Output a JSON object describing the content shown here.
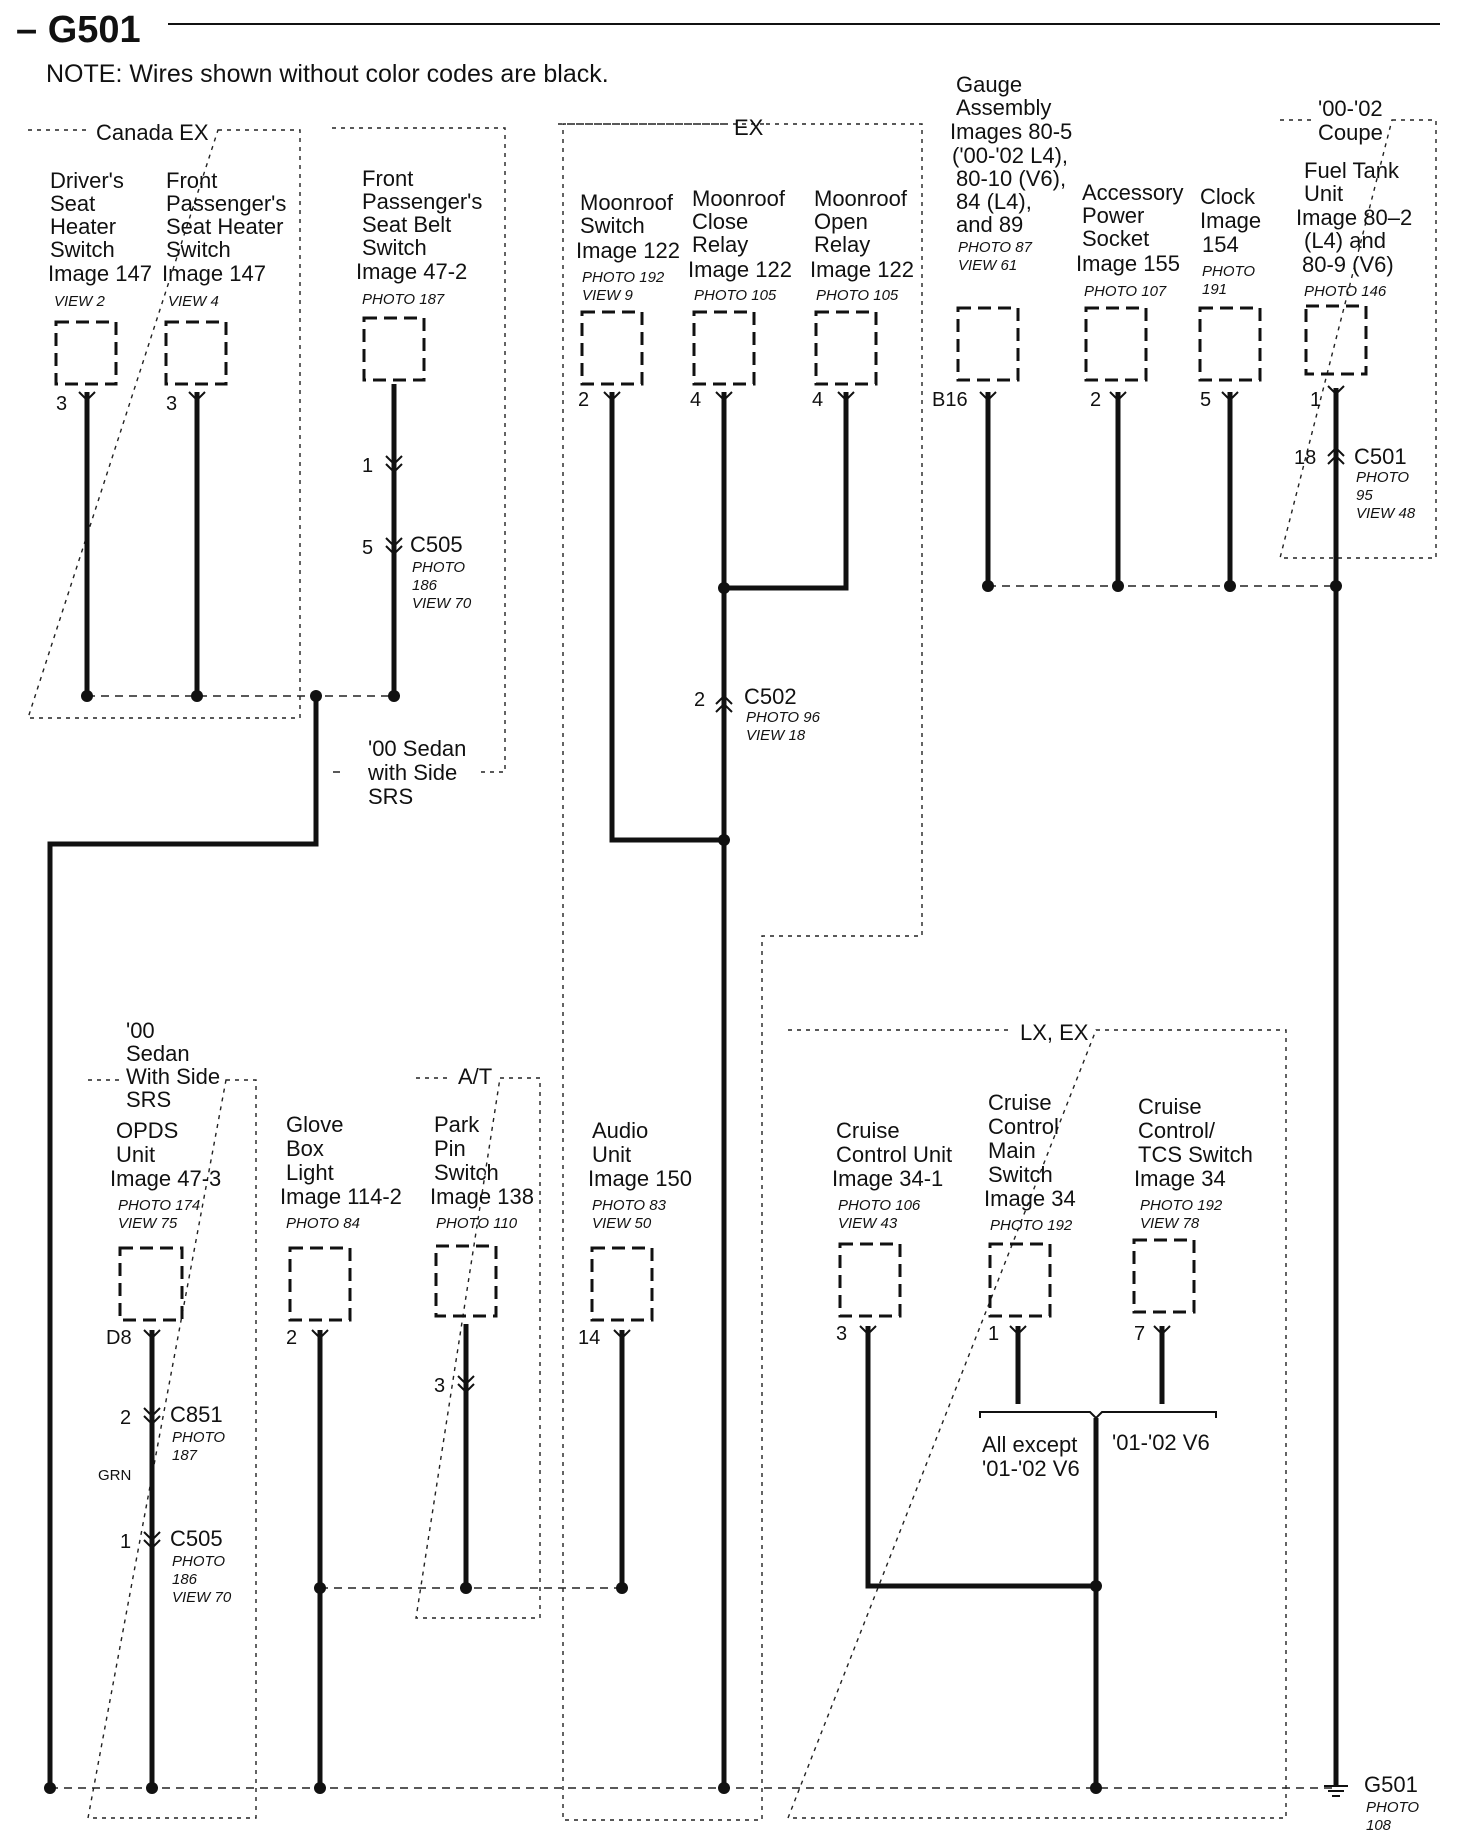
{
  "header": {
    "title": "– G501",
    "note": "NOTE: Wires shown without color codes are black."
  },
  "groups": {
    "canada_ex": "Canada EX",
    "sedan00_side_srs": [
      "'00 Sedan",
      "with Side",
      "SRS"
    ],
    "ex": "EX",
    "coupe": [
      "'00-'02",
      "Coupe"
    ],
    "at": "A/T",
    "opds_group": [
      "'00",
      "Sedan",
      "With Side",
      "SRS"
    ],
    "lx_ex": "LX, EX"
  },
  "components": [
    {
      "id": "drivers-seat-heater",
      "lines": [
        "Driver's",
        "Seat",
        "Heater",
        "Switch",
        "Image 147"
      ],
      "photo": [
        "VIEW 2"
      ],
      "pin": "3"
    },
    {
      "id": "front-pass-seat-heater",
      "lines": [
        "Front",
        "Passenger's",
        "Seat Heater",
        "Switch",
        "Image 147"
      ],
      "photo": [
        "VIEW 4"
      ],
      "pin": "3"
    },
    {
      "id": "front-pass-seat-belt",
      "lines": [
        "Front",
        "Passenger's",
        "Seat Belt",
        "Switch",
        "Image 47-2"
      ],
      "photo": [
        "PHOTO 187"
      ],
      "pin": ""
    },
    {
      "id": "moonroof-switch",
      "lines": [
        "Moonroof",
        "Switch",
        "Image 122"
      ],
      "photo": [
        "PHOTO 192",
        "VIEW 9"
      ],
      "pin": "2"
    },
    {
      "id": "moonroof-close-relay",
      "lines": [
        "Moonroof",
        "Close",
        "Relay",
        "Image 122"
      ],
      "photo": [
        "PHOTO 105"
      ],
      "pin": "4"
    },
    {
      "id": "moonroof-open-relay",
      "lines": [
        "Moonroof",
        "Open",
        "Relay",
        "Image 122"
      ],
      "photo": [
        "PHOTO 105"
      ],
      "pin": "4"
    },
    {
      "id": "gauge-assembly",
      "lines": [
        "Gauge",
        "Assembly",
        "Images 80-5",
        "('00-'02 L4),",
        "80-10 (V6),",
        "84 (L4),",
        "and 89"
      ],
      "photo": [
        "PHOTO 87",
        "VIEW 61"
      ],
      "pin": "B16"
    },
    {
      "id": "accessory-power-socket",
      "lines": [
        "Accessory",
        "Power",
        "Socket",
        "Image 155"
      ],
      "photo": [
        "PHOTO 107"
      ],
      "pin": "2"
    },
    {
      "id": "clock",
      "lines": [
        "Clock",
        "Image",
        "154"
      ],
      "photo": [
        "PHOTO",
        "191"
      ],
      "pin": "5"
    },
    {
      "id": "fuel-tank-unit",
      "lines": [
        "Fuel Tank",
        "Unit",
        "Image 80–2",
        "(L4) and",
        "80-9 (V6)"
      ],
      "photo": [
        "PHOTO 146"
      ],
      "pin": "1"
    },
    {
      "id": "opds-unit",
      "lines": [
        "OPDS",
        "Unit",
        "Image 47-3"
      ],
      "photo": [
        "PHOTO 174",
        "VIEW 75"
      ],
      "pin": "D8"
    },
    {
      "id": "glove-box-light",
      "lines": [
        "Glove",
        "Box",
        "Light",
        "Image 114-2"
      ],
      "photo": [
        "PHOTO 84"
      ],
      "pin": "2"
    },
    {
      "id": "park-pin-switch",
      "lines": [
        "Park",
        "Pin",
        "Switch",
        "Image 138"
      ],
      "photo": [
        "PHOTO 110"
      ],
      "pin": ""
    },
    {
      "id": "audio-unit",
      "lines": [
        "Audio",
        "Unit",
        "Image 150"
      ],
      "photo": [
        "PHOTO 83",
        "VIEW 50"
      ],
      "pin": "14"
    },
    {
      "id": "cruise-control-unit",
      "lines": [
        "Cruise",
        "Control Unit",
        "Image 34-1"
      ],
      "photo": [
        "PHOTO 106",
        "VIEW 43"
      ],
      "pin": "3"
    },
    {
      "id": "cruise-main-switch",
      "lines": [
        "Cruise",
        "Control",
        "Main",
        "Switch",
        "Image 34"
      ],
      "photo": [
        "PHOTO 192"
      ],
      "pin": "1"
    },
    {
      "id": "cruise-tcs-switch",
      "lines": [
        "Cruise",
        "Control/",
        "TCS Switch",
        "Image 34"
      ],
      "photo": [
        "PHOTO 192",
        "VIEW 78"
      ],
      "pin": "7"
    }
  ],
  "connectors": [
    {
      "id": "c505-top",
      "pin_a": "1",
      "pin_b": "5",
      "name": "C505",
      "photo": [
        "PHOTO",
        "186",
        "VIEW 70"
      ]
    },
    {
      "id": "c502",
      "pin": "2",
      "name": "C502",
      "photo": [
        "PHOTO 96",
        "VIEW 18"
      ]
    },
    {
      "id": "c501",
      "pin": "18",
      "name": "C501",
      "photo": [
        "PHOTO",
        "95",
        "VIEW 48"
      ]
    },
    {
      "id": "c851",
      "pin": "2",
      "name": "C851",
      "photo": [
        "PHOTO",
        "187"
      ],
      "wire_color": "GRN"
    },
    {
      "id": "c505-bottom",
      "pin": "1",
      "name": "C505",
      "photo": [
        "PHOTO",
        "186",
        "VIEW 70"
      ]
    },
    {
      "id": "park-pin-conn",
      "pin": "3"
    }
  ],
  "variants": {
    "left": [
      "All except",
      "'01-'02 V6"
    ],
    "right": "'01-'02 V6"
  },
  "ground": {
    "name": "G501",
    "photo": [
      "PHOTO",
      "108"
    ]
  }
}
